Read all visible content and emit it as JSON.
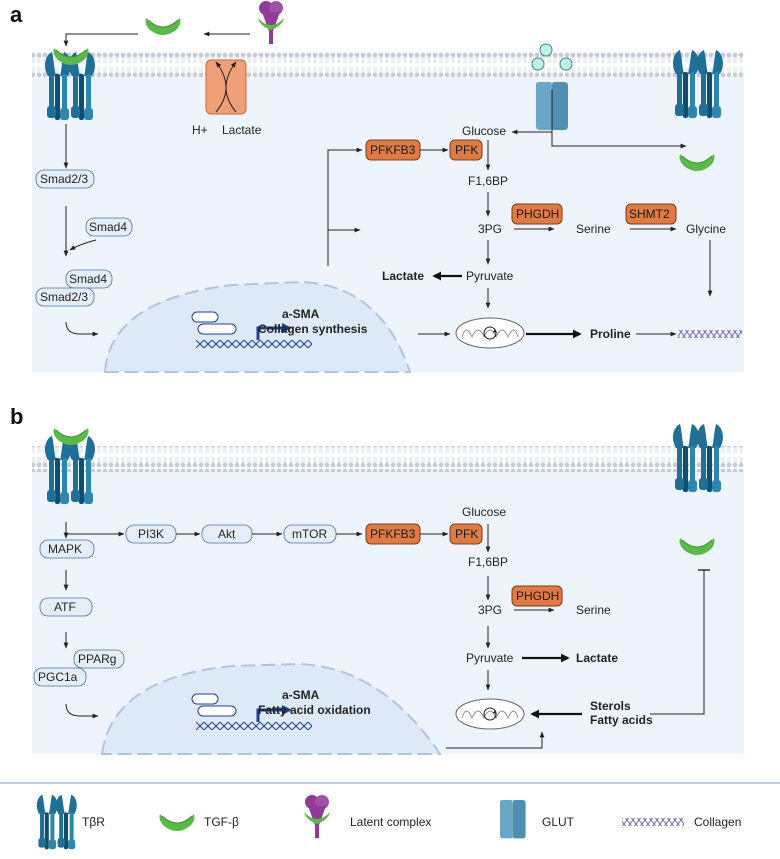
{
  "panels": {
    "a": {
      "label": "a",
      "proteins": {
        "smad23": "Smad2/3",
        "smad4_top": "Smad4",
        "smad4": "Smad4",
        "smad23_2": "Smad2/3"
      },
      "channel": {
        "hplus": "H+",
        "lactate": "Lactate"
      },
      "metabolites": {
        "glucose": "Glucose",
        "f16bp": "F1,6BP",
        "pg3": "3PG",
        "serine": "Serine",
        "glycine": "Glycine",
        "lactate": "Lactate",
        "pyruvate": "Pyruvate",
        "proline": "Proline"
      },
      "enzymes": {
        "pfkfb3": "PFKFB3",
        "pfk": "PFK",
        "phgdh": "PHGDH",
        "shmt2": "SHMT2"
      },
      "nucleus": {
        "line1": "a-SMA",
        "line2": "Collagen synthesis"
      }
    },
    "b": {
      "label": "b",
      "proteins": {
        "pi3k": "PI3K",
        "akt": "Akt",
        "mtor": "mTOR",
        "mapk": "MAPK",
        "atf": "ATF",
        "pparg": "PPARg",
        "pgc1a": "PGC1a"
      },
      "metabolites": {
        "glucose": "Glucose",
        "f16bp": "F1,6BP",
        "pg3": "3PG",
        "serine": "Serine",
        "pyruvate": "Pyruvate",
        "lactate": "Lactate",
        "sterols": "Sterols",
        "fatty_acids": "Fatty acids"
      },
      "enzymes": {
        "pfkfb3": "PFKFB3",
        "pfk": "PFK",
        "phgdh": "PHGDH"
      },
      "nucleus": {
        "line1": "a-SMA",
        "line2": "Fatty acid oxidation"
      }
    }
  },
  "legend": [
    {
      "icon": "receptor-icon",
      "label": "TβR"
    },
    {
      "icon": "tgf-beta-icon",
      "label": "TGF-β"
    },
    {
      "icon": "latent-complex-icon",
      "label": "Latent complex"
    },
    {
      "icon": "glut-icon",
      "label": "GLUT"
    },
    {
      "icon": "collagen-icon",
      "label": "Collagen"
    }
  ],
  "colors": {
    "cell_bg": "#eef4fb",
    "nucleus": "#dde9f7",
    "membrane": "#c9cfd9",
    "receptor": "#1f6f96",
    "tgf": "#5cb848",
    "latent": "#8e3c96",
    "enzyme": "#e07b45",
    "glut": "#6aa6c6",
    "collagen": "#7a6ab3"
  }
}
